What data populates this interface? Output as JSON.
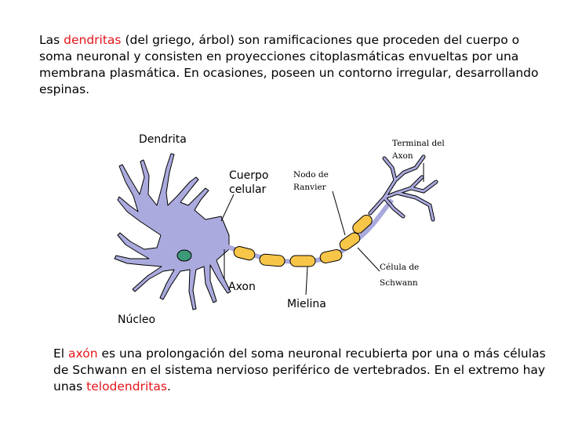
{
  "intro": {
    "before": "Las ",
    "highlight": "dendritas",
    "after": " (del griego, árbol) son ramificaciones que proceden del cuerpo o soma neuronal y consisten en proyecciones citoplasmáticas envueltas por una membrana plasmática. En ocasiones, poseen un contorno irregular, desarrollando espinas."
  },
  "diagram": {
    "labels": {
      "dendrita": "Dendrita",
      "cuerpo_1": "Cuerpo",
      "cuerpo_2": "celular",
      "nodo_1": "Nodo de",
      "nodo_2": "Ranvier",
      "terminal_1": "Terminal del",
      "terminal_2": "Axon",
      "schwann_1": "Célula de",
      "schwann_2": "Schwann",
      "axon": "Axon",
      "mielina": "Mielina",
      "nucleo": "Núcleo"
    },
    "colors": {
      "cell": "#aaaade",
      "cell_outline": "#000000",
      "myelin": "#f7c548",
      "nucleus": "#3c9a79"
    }
  },
  "outro": {
    "before": "El ",
    "highlight1": "axón",
    "middle": " es una prolongación del soma neuronal recubierta por una o más células de Schwann en el sistema nervioso periférico de vertebrados. En el extremo hay unas ",
    "highlight2": "telodendritas",
    "after": "."
  }
}
